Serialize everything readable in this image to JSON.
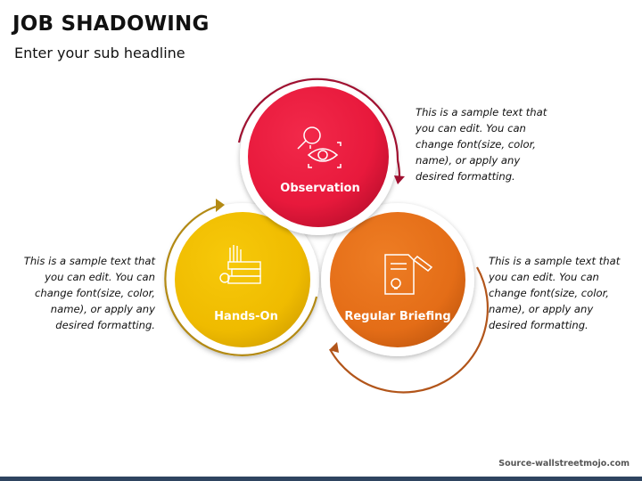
{
  "header": {
    "title": "JOB SHADOWING",
    "subtitle": "Enter your sub headline"
  },
  "nodes": [
    {
      "id": "observation",
      "label": "Observation",
      "color": "#e8193c",
      "ring_color": "#a01030",
      "icon": "magnifier-eye-icon"
    },
    {
      "id": "hands-on",
      "label": "Hands-On",
      "color": "#f0be00",
      "ring_color": "#b38a14",
      "icon": "hand-gears-books-icon"
    },
    {
      "id": "regular-briefing",
      "label": "Regular Briefing",
      "color": "#e8701a",
      "ring_color": "#b2551a",
      "icon": "document-pen-bulb-icon"
    }
  ],
  "descriptions": {
    "top": "This is a sample text that you can edit. You can change font(size, color, name), or apply any desired formatting.",
    "left": "This is a sample text that you can edit. You can change font(size, color, name), or apply any desired formatting.",
    "right": "This is a sample text that you can edit. You can change font(size, color, name), or apply any desired formatting."
  },
  "footer": {
    "source": "Source-wallstreetmojo.com"
  }
}
